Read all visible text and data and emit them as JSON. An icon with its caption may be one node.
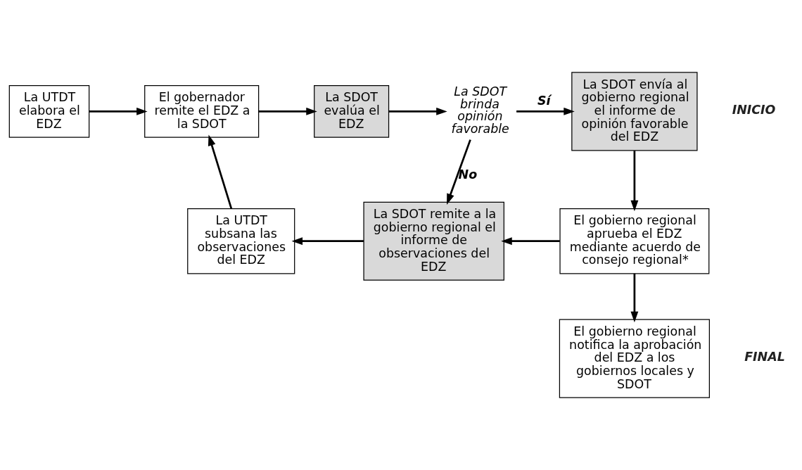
{
  "diagram": {
    "nodes": [
      {
        "text": [
          "La UTDT elabora el EDZ"
        ]
      },
      {
        "text": [
          "El gobernador remite el EDZ a la SDOT"
        ]
      },
      {
        "text": [
          "La SDOT evalúa el EDZ"
        ]
      },
      {
        "text": [
          "La SDOT brinda opinión favorable"
        ]
      },
      {
        "text": [
          "La SDOT envía al gobierno regional el informe de opinión favorable del EDZ"
        ]
      },
      {
        "text": [
          "El gobierno regional aprueba el EDZ mediante acuerdo de consejo regional*"
        ]
      },
      {
        "text": [
          "La SDOT remite a la gobierno regional el informe de observaciones del EDZ"
        ]
      },
      {
        "text": [
          "La UTDT subsana las observaciones del EDZ"
        ]
      },
      {
        "text": [
          "El gobierno regional notifica la aprobación del EDZ a los gobiernos locales y SDOT"
        ]
      }
    ],
    "edges": [
      {
        "from": 0,
        "to": 1,
        "arrow": "to"
      },
      {
        "from": 1,
        "to": 2,
        "arrow": "to"
      },
      {
        "from": 2,
        "to": 3,
        "arrow": "to"
      },
      {
        "from": 3,
        "to": 4,
        "arrow": "to",
        "label": "Sí"
      },
      {
        "from": 3,
        "to": 6,
        "arrow": "to",
        "label": "No"
      },
      {
        "from": 4,
        "to": 5,
        "arrow": "to"
      },
      {
        "from": 5,
        "to": 6,
        "arrow": "to"
      },
      {
        "from": 6,
        "to": 7,
        "arrow": "to"
      },
      {
        "from": 7,
        "to": 1,
        "arrow": "to"
      },
      {
        "from": 5,
        "to": 8,
        "arrow": "to"
      }
    ],
    "labels": [
      "INICIO",
      "FINAL"
    ]
  }
}
